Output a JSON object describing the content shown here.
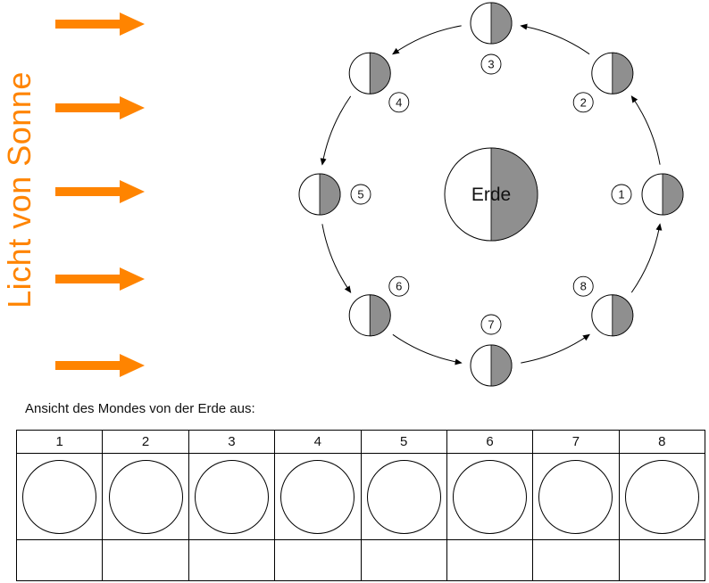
{
  "sun": {
    "label": "Licht von Sonne",
    "ray_count": 5,
    "color": "#ff8400"
  },
  "orbit": {
    "earth_label": "Erde",
    "shadow_color": "#8f8f8f",
    "direction": "counterclockwise",
    "moons": [
      {
        "number": "1",
        "angle_deg": 0,
        "lit_side": "left"
      },
      {
        "number": "2",
        "angle_deg": 45,
        "lit_side": "left"
      },
      {
        "number": "3",
        "angle_deg": 90,
        "lit_side": "left"
      },
      {
        "number": "4",
        "angle_deg": 135,
        "lit_side": "left"
      },
      {
        "number": "5",
        "angle_deg": 180,
        "lit_side": "left"
      },
      {
        "number": "6",
        "angle_deg": 225,
        "lit_side": "left"
      },
      {
        "number": "7",
        "angle_deg": 270,
        "lit_side": "left"
      },
      {
        "number": "8",
        "angle_deg": 315,
        "lit_side": "left"
      }
    ]
  },
  "answer_section": {
    "caption": "Ansicht des Mondes von der Erde aus:",
    "column_headers": [
      "1",
      "2",
      "3",
      "4",
      "5",
      "6",
      "7",
      "8"
    ]
  }
}
